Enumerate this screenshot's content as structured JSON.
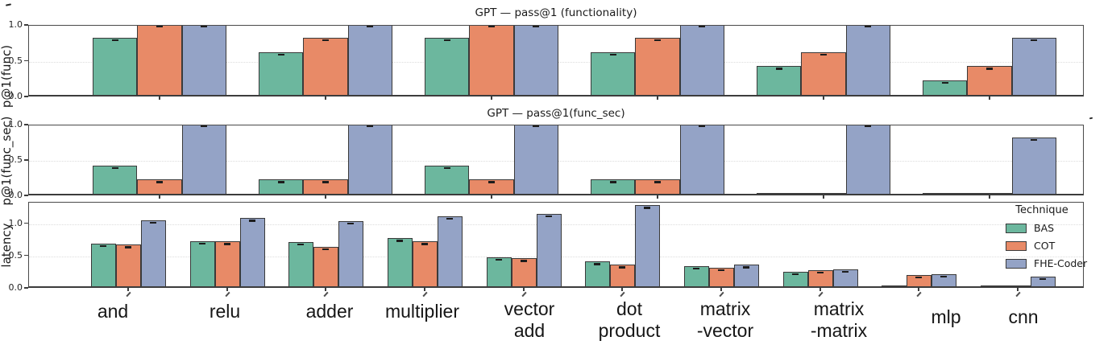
{
  "figure": {
    "background": "#ffffff",
    "n_panels": 3
  },
  "colors": {
    "bas": "#6cb79e",
    "cot": "#e88a67",
    "fhe_coder": "#94a3c6",
    "bar_edge": "#3a3a3a",
    "spine": "#4a4a4a",
    "gridline": "#dcdcdc"
  },
  "yticks": [
    {
      "label": "0.0",
      "value": 0.0
    },
    {
      "label": "0.5",
      "value": 0.5
    },
    {
      "label": "1.0",
      "value": 1.0
    }
  ],
  "legend": {
    "title": "Technique",
    "position": "lower-panel top-right",
    "entries": [
      {
        "label": "BAS",
        "color": "#6cb79e"
      },
      {
        "label": "COT",
        "color": "#e88a67"
      },
      {
        "label": "FHE-Coder",
        "color": "#94a3c6"
      }
    ]
  },
  "chart_data": [
    {
      "type": "bar",
      "title": "GPT — pass@1 (functionality)",
      "ylabel": "p@1(func)",
      "ylim": [
        0,
        1.0
      ],
      "grid": "dotted horizontal at 0.5",
      "n_groups": 6,
      "categories_unlabeled": true,
      "error_caps": true,
      "series": [
        {
          "name": "BAS",
          "values": [
            0.8,
            0.6,
            0.8,
            0.6,
            0.4,
            0.2
          ]
        },
        {
          "name": "COT",
          "values": [
            1.0,
            0.8,
            1.0,
            0.8,
            0.6,
            0.4
          ]
        },
        {
          "name": "FHE-Coder",
          "values": [
            1.0,
            1.0,
            1.0,
            1.0,
            1.0,
            0.8
          ]
        }
      ]
    },
    {
      "type": "bar",
      "title": "GPT — pass@1(func_sec)",
      "ylabel": "p@1(func_sec)",
      "ylim": [
        0,
        1.0
      ],
      "grid": "dotted horizontal at 0.5",
      "n_groups": 6,
      "categories_unlabeled": true,
      "error_caps": true,
      "series": [
        {
          "name": "BAS",
          "values": [
            0.4,
            0.2,
            0.4,
            0.2,
            0.01,
            0.01
          ]
        },
        {
          "name": "COT",
          "values": [
            0.2,
            0.2,
            0.2,
            0.2,
            0.01,
            0.01
          ]
        },
        {
          "name": "FHE-Coder",
          "values": [
            1.0,
            1.0,
            1.0,
            1.0,
            1.0,
            0.8
          ]
        }
      ]
    },
    {
      "type": "bar",
      "title": "",
      "ylabel": "latency",
      "ylim": [
        0,
        1.33
      ],
      "grid": "dotted horizontal at 0.5 and 1.0",
      "n_groups": 10,
      "categories": [
        "and",
        "relu",
        "adder",
        "multiplier",
        "vector add",
        "dot product",
        "matrix -vector",
        "matrix -matrix",
        "mlp",
        "cnn"
      ],
      "error_caps": true,
      "series": [
        {
          "name": "BAS",
          "values": [
            0.66,
            0.7,
            0.68,
            0.74,
            0.45,
            0.38,
            0.31,
            0.22,
            0.01,
            0.01
          ]
        },
        {
          "name": "COT",
          "values": [
            0.64,
            0.69,
            0.61,
            0.69,
            0.43,
            0.33,
            0.29,
            0.25,
            0.18,
            0.01
          ]
        },
        {
          "name": "FHE-Coder",
          "values": [
            1.02,
            1.05,
            1.01,
            1.08,
            1.12,
            1.25,
            0.33,
            0.26,
            0.19,
            0.15
          ]
        }
      ]
    }
  ],
  "xaxis_labels": [
    {
      "lines": [
        "and"
      ]
    },
    {
      "lines": [
        "relu"
      ]
    },
    {
      "lines": [
        "adder"
      ]
    },
    {
      "lines": [
        "multiplier"
      ]
    },
    {
      "lines": [
        "vector",
        "add"
      ]
    },
    {
      "lines": [
        "dot",
        "product"
      ]
    },
    {
      "lines": [
        "matrix",
        "-vector"
      ]
    },
    {
      "lines": [
        "matrix",
        "-matrix"
      ]
    },
    {
      "lines": [
        "mlp"
      ]
    },
    {
      "lines": [
        "cnn"
      ]
    }
  ]
}
